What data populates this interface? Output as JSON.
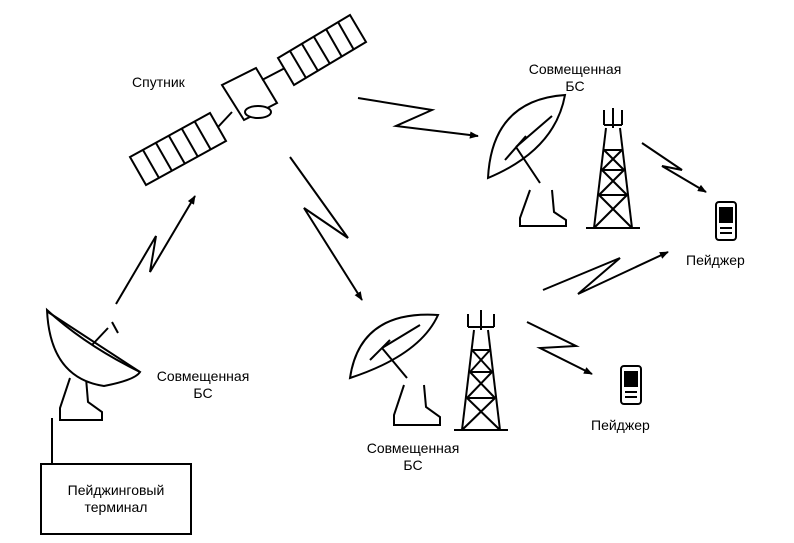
{
  "satellite": {
    "label": "Спутник"
  },
  "stations": {
    "top": {
      "line1": "Совмещенная",
      "line2": "БС"
    },
    "left": {
      "line1": "Совмещенная",
      "line2": "БС"
    },
    "bottom": {
      "line1": "Совмещенная",
      "line2": "БС"
    }
  },
  "pagers": {
    "right": {
      "label": "Пейджер"
    },
    "bottom": {
      "label": "Пейджер"
    }
  },
  "terminal": {
    "line1": "Пейджинговый",
    "line2": "терминал"
  }
}
